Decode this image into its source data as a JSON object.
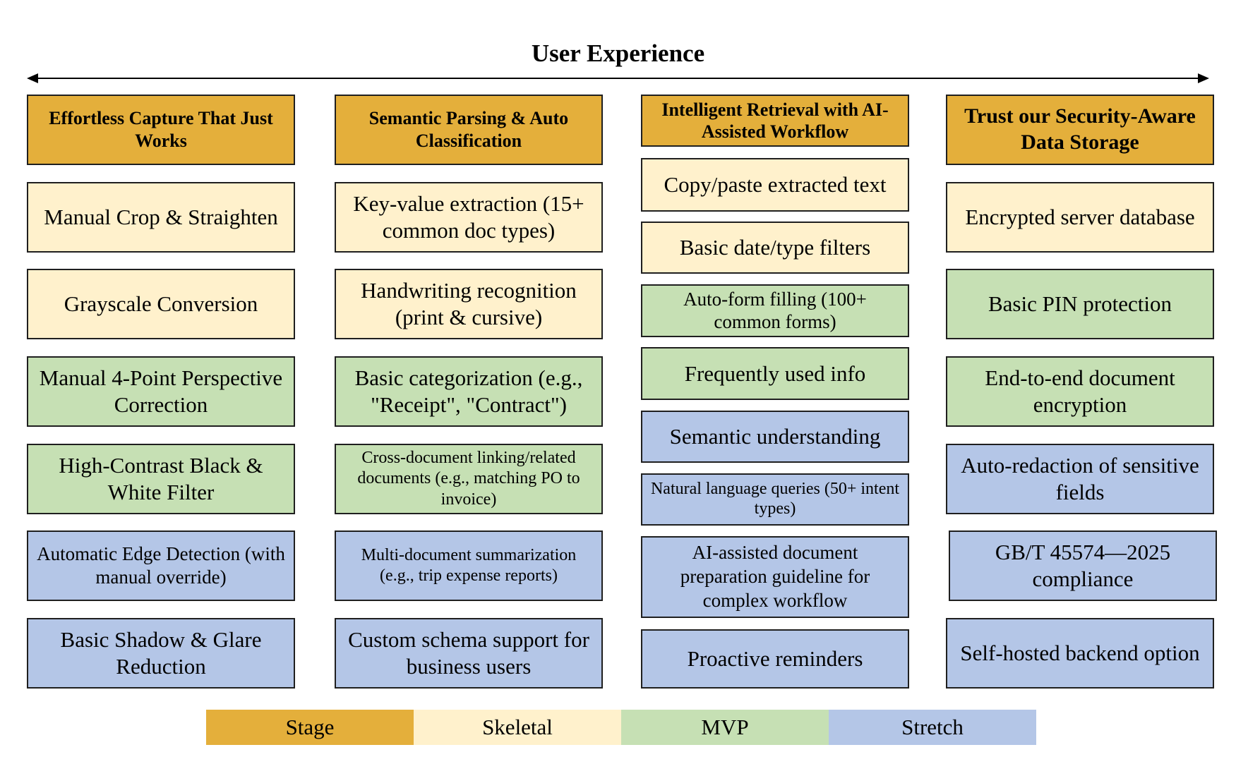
{
  "title": "User Experience",
  "colors": {
    "stage": "#e4af3b",
    "skeletal": "#fff1cc",
    "mvp": "#c6e0b4",
    "stretch": "#b4c6e7"
  },
  "columns": [
    {
      "stage": "Effortless Capture That Just Works",
      "items": [
        {
          "text": "Manual Crop & Straighten",
          "level": "Skeletal"
        },
        {
          "text": "Grayscale Conversion",
          "level": "Skeletal"
        },
        {
          "text": "Manual 4-Point Perspective Correction",
          "level": "MVP"
        },
        {
          "text": "High-Contrast Black & White Filter",
          "level": "MVP"
        },
        {
          "text": "Automatic Edge Detection (with manual override)",
          "level": "Stretch"
        },
        {
          "text": "Basic Shadow & Glare Reduction",
          "level": "Stretch"
        }
      ]
    },
    {
      "stage": "Semantic Parsing & Auto Classification",
      "items": [
        {
          "text": "Key-value extraction (15+ common doc types)",
          "level": "Skeletal"
        },
        {
          "text": "Handwriting recognition (print & cursive)",
          "level": "Skeletal"
        },
        {
          "text": "Basic categorization (e.g., \"Receipt\", \"Contract\")",
          "level": "MVP"
        },
        {
          "text": "Cross-document linking/related documents (e.g., matching PO to invoice)",
          "level": "MVP"
        },
        {
          "text": "Multi-document summarization (e.g., trip expense reports)",
          "level": "Stretch"
        },
        {
          "text": "Custom schema support for business users",
          "level": "Stretch"
        }
      ]
    },
    {
      "stage": "Intelligent Retrieval with AI-Assisted Workflow",
      "items": [
        {
          "text": "Copy/paste extracted text",
          "level": "Skeletal"
        },
        {
          "text": "Basic date/type filters",
          "level": "Skeletal"
        },
        {
          "text": "Auto-form filling (100+ common forms)",
          "level": "MVP"
        },
        {
          "text": "Frequently used info",
          "level": "MVP"
        },
        {
          "text": "Semantic understanding",
          "level": "Stretch"
        },
        {
          "text": "Natural language queries (50+ intent types)",
          "level": "Stretch"
        },
        {
          "text": "AI-assisted document preparation guideline for complex workflow",
          "level": "Stretch"
        },
        {
          "text": "Proactive reminders",
          "level": "Stretch"
        }
      ]
    },
    {
      "stage": "Trust our Security-Aware Data Storage",
      "items": [
        {
          "text": "Encrypted server database",
          "level": "Skeletal"
        },
        {
          "text": "Basic PIN protection",
          "level": "MVP"
        },
        {
          "text": "End-to-end document encryption",
          "level": "MVP"
        },
        {
          "text": "Auto-redaction of sensitive fields",
          "level": "Stretch"
        },
        {
          "text": "GB/T 45574—2025 compliance",
          "level": "Stretch"
        },
        {
          "text": "Self-hosted backend option",
          "level": "Stretch"
        }
      ]
    }
  ],
  "legend": [
    "Stage",
    "Skeletal",
    "MVP",
    "Stretch"
  ]
}
